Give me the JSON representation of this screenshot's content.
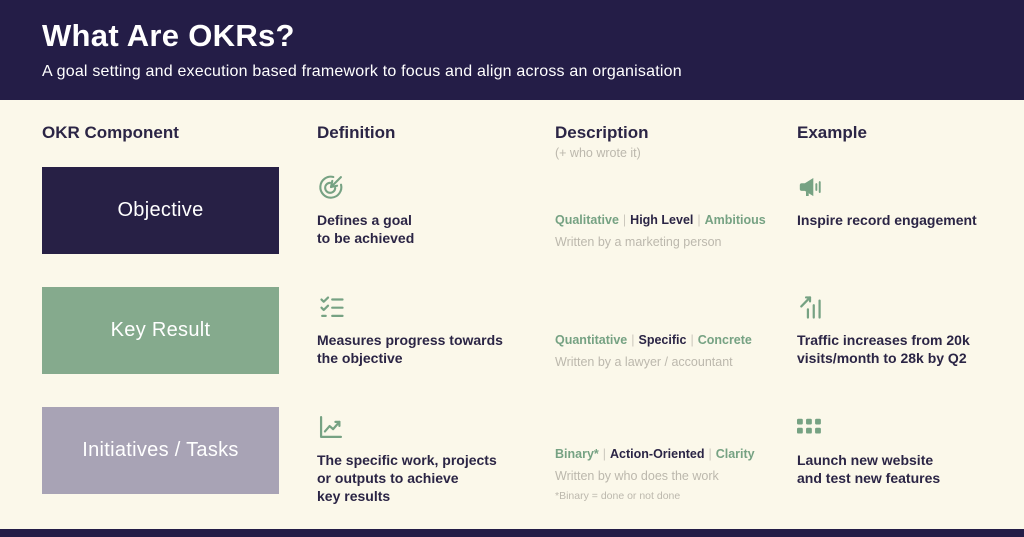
{
  "header": {
    "title": "What Are OKRs?",
    "subtitle": "A goal setting and execution based framework to focus and align across an organisation"
  },
  "columns": {
    "component": "OKR Component",
    "definition": "Definition",
    "description": "Description",
    "description_note": "(+ who wrote it)",
    "example": "Example",
    "tag_separator": "|"
  },
  "rows": [
    {
      "component": "Objective",
      "definition_icon": "goal-target-icon",
      "definition": "Defines a goal\nto be achieved",
      "tags": [
        "Qualitative",
        "High Level",
        "Ambitious"
      ],
      "written_by": "Written by a marketing person",
      "example_icon": "megaphone-icon",
      "example": "Inspire record engagement"
    },
    {
      "component": "Key Result",
      "definition_icon": "checklist-icon",
      "definition": "Measures progress towards\nthe objective",
      "tags": [
        "Quantitative",
        "Specific",
        "Concrete"
      ],
      "written_by": "Written by a lawyer / accountant",
      "example_icon": "growth-chart-icon",
      "example": "Traffic increases from 20k\nvisits/month to 28k by Q2"
    },
    {
      "component": "Initiatives / Tasks",
      "definition_icon": "line-chart-icon",
      "definition": "The specific work, projects\nor outputs to achieve\nkey results",
      "tags": [
        "Binary*",
        "Action-Oriented",
        "Clarity"
      ],
      "written_by": "Written by who does the work",
      "footnote": "*Binary = done or not done",
      "example_icon": "apps-grid-icon",
      "example": "Launch new website\nand test new features"
    }
  ],
  "colors": {
    "header_bg": "#241d47",
    "objective_box": "#272045",
    "key_result_box": "#85aa8d",
    "initiatives_box": "#a8a3b5",
    "accent_green": "#76a283",
    "dark_text": "#2b2545",
    "muted_text": "#bcb8ad",
    "background": "#fbf8ea"
  }
}
